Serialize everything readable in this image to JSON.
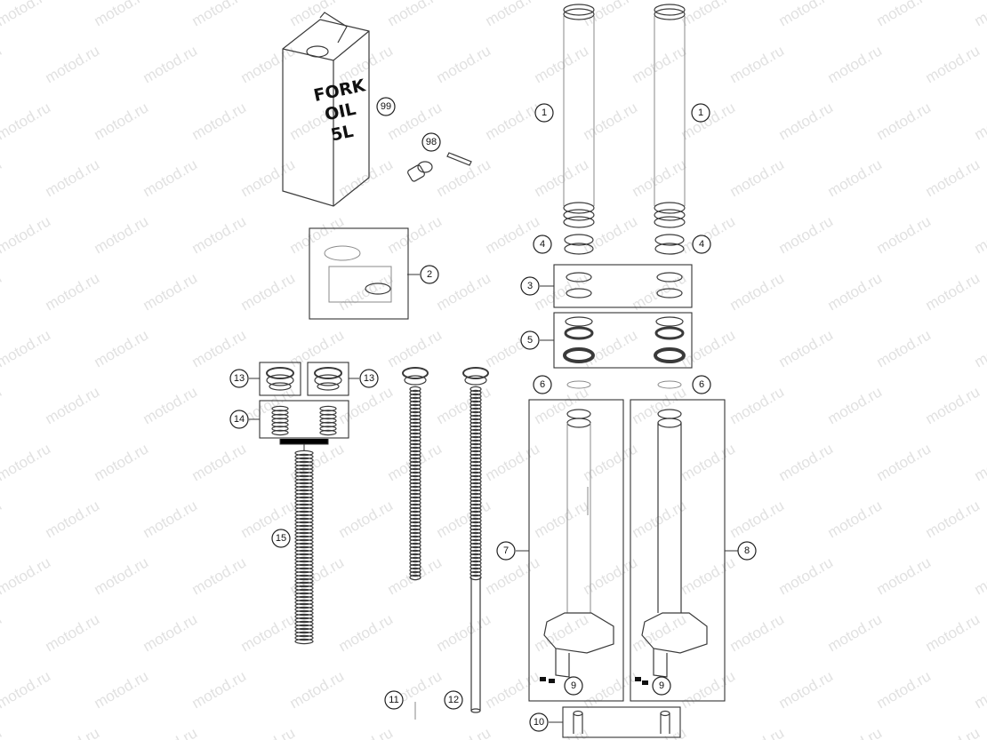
{
  "watermark": "motod.ru",
  "can_label": [
    "FORK",
    "OIL",
    "5L"
  ],
  "callouts": {
    "c1a": "1",
    "c1b": "1",
    "c2": "2",
    "c3": "3",
    "c4a": "4",
    "c4b": "4",
    "c5": "5",
    "c6a": "6",
    "c6b": "6",
    "c7": "7",
    "c8": "8",
    "c9a": "9",
    "c9b": "9",
    "c10": "10",
    "c11": "11",
    "c12": "12",
    "c13a": "13",
    "c13b": "13",
    "c14": "14",
    "c15": "15",
    "c98": "98",
    "c99": "99"
  }
}
